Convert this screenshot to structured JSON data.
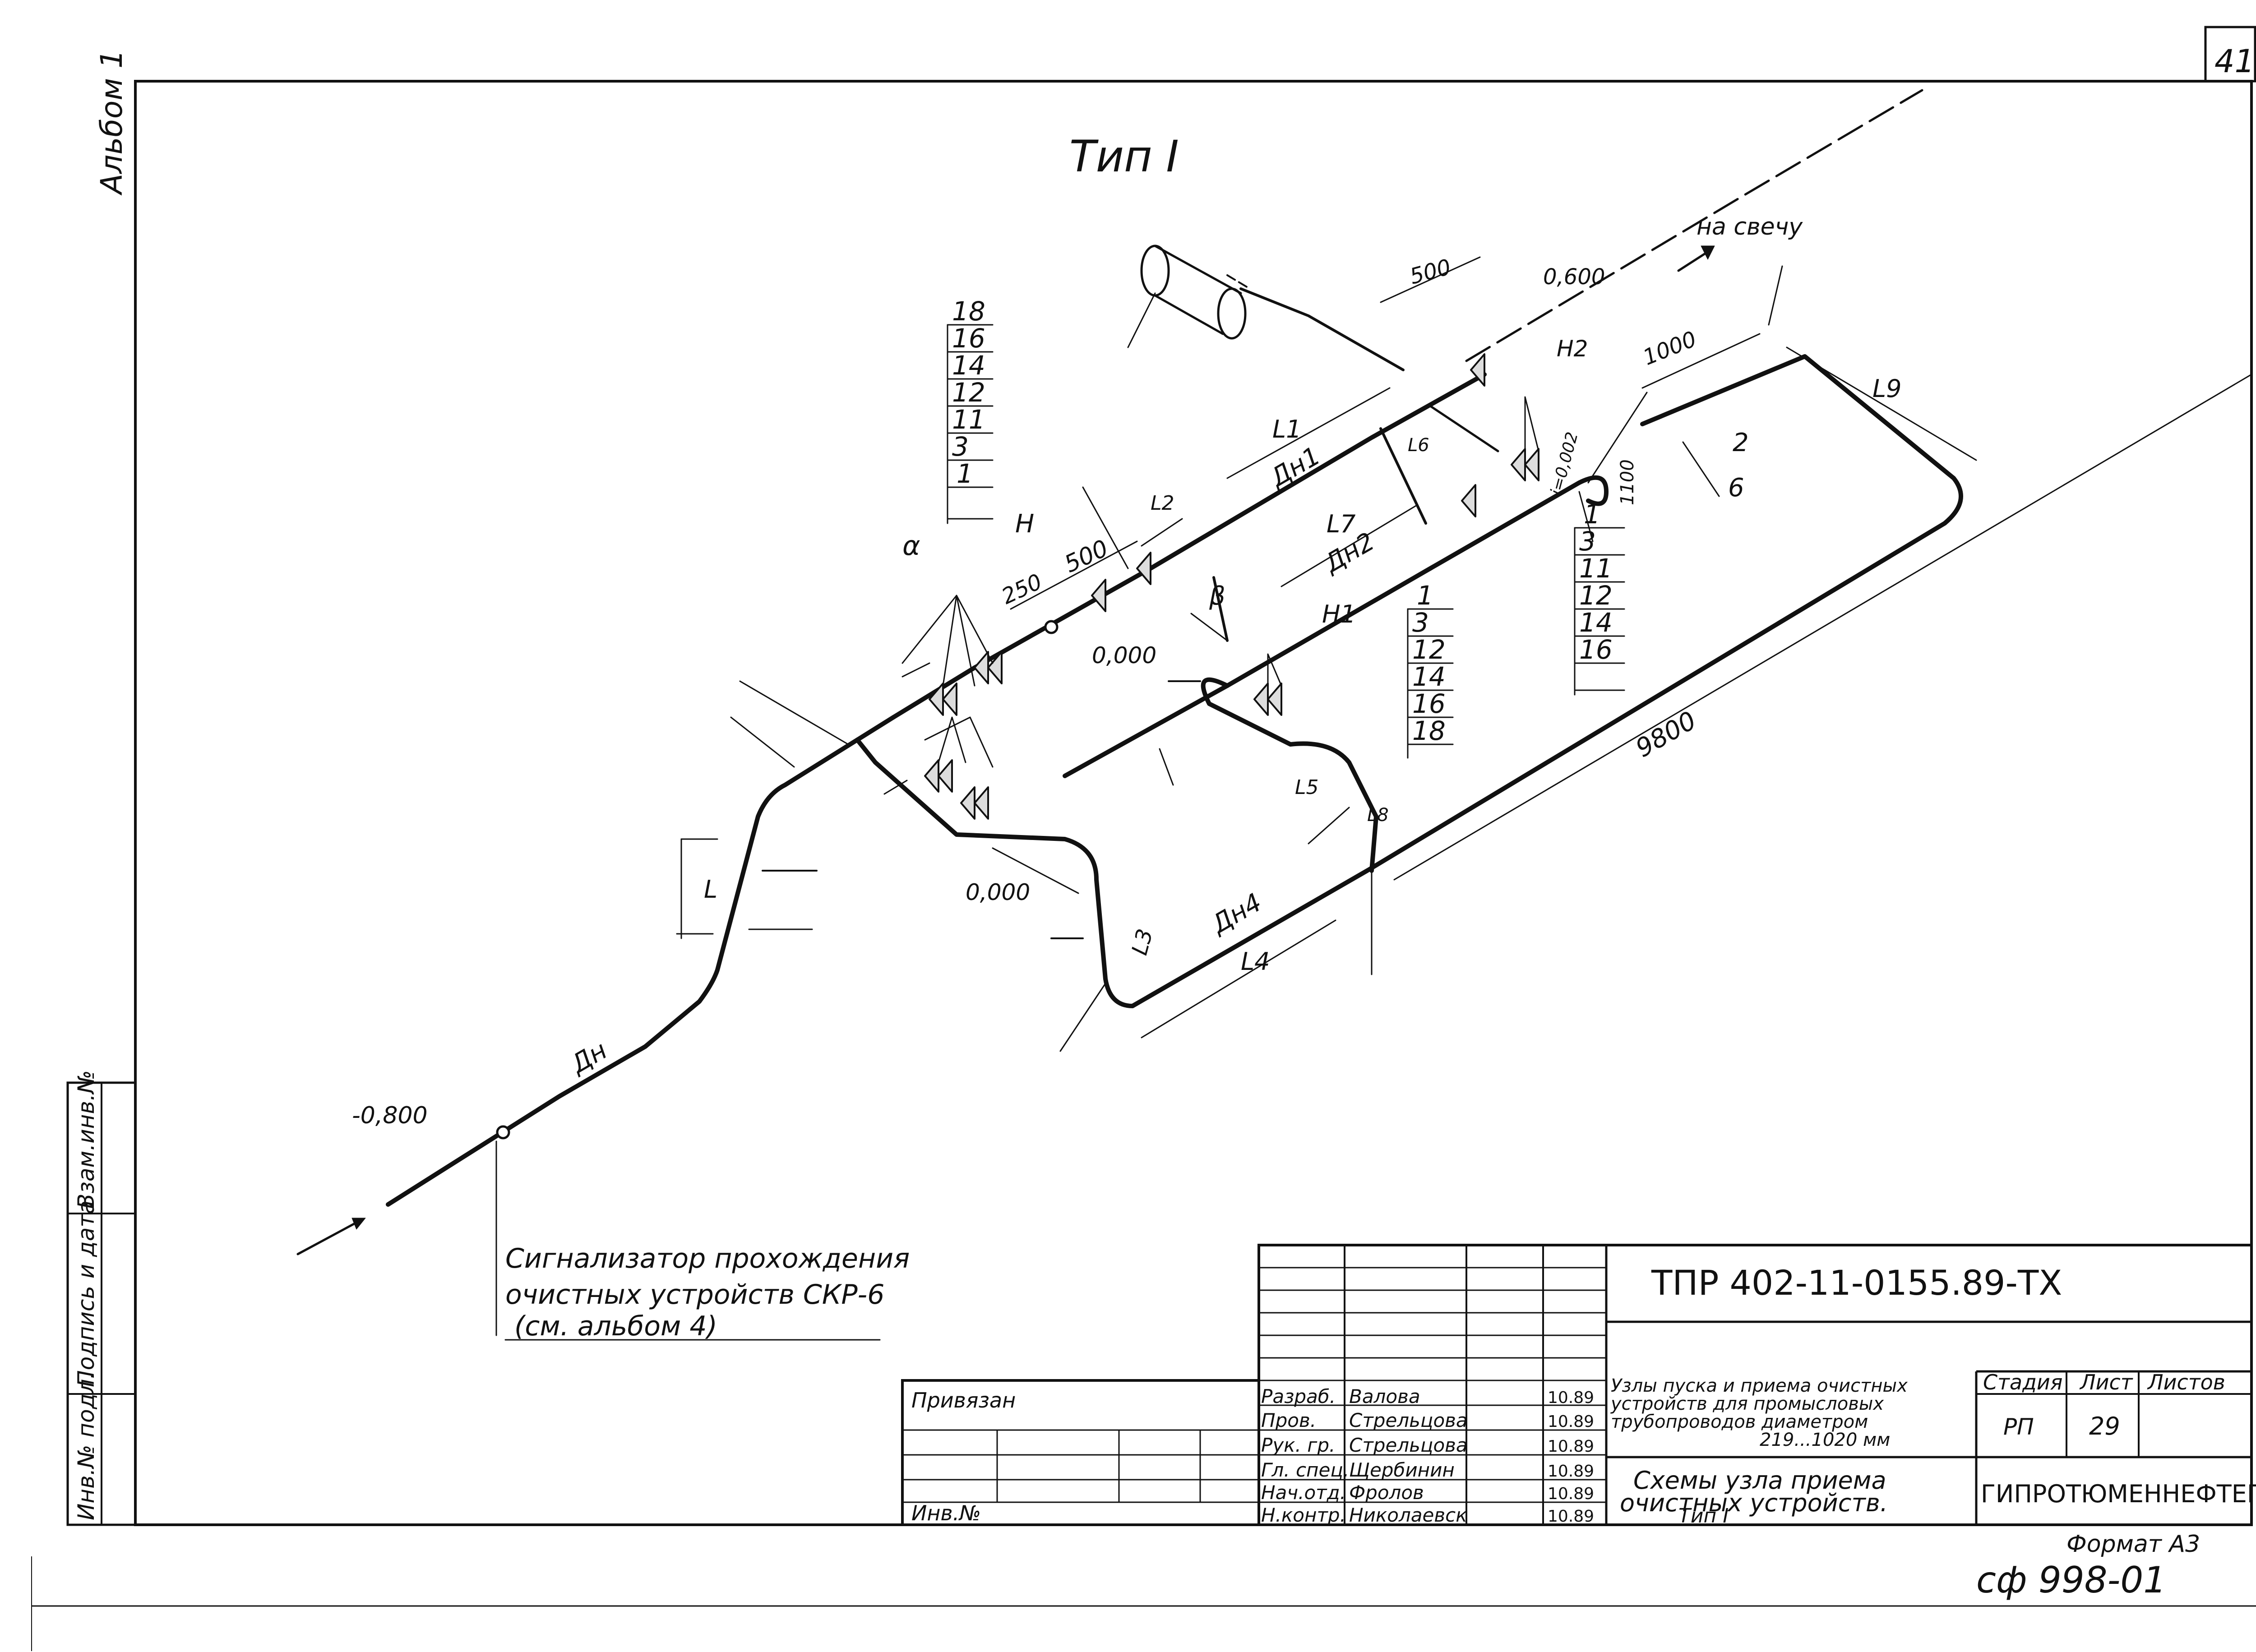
{
  "sheet": {
    "page_number": "41",
    "album_label": "Альбом 1",
    "title": "Тип I",
    "format": "Формат А3",
    "stamp_code": "сф 998-01"
  },
  "side_table": {
    "col1": "Инв.№ подл.",
    "col2": "Подпись и дата",
    "col3": "Взам.инв.№"
  },
  "scheme_labels": {
    "to_candle": "на свечу",
    "elev_minus_800": "-0,800",
    "elev_zero_a": "0,000",
    "elev_zero_b": "0,000",
    "elev_600": "0,600",
    "dn": "Дн",
    "dn1": "Дн1",
    "dn2": "Дн2",
    "dn4": "Дн4",
    "l": "L",
    "l1": "L1",
    "l2": "L2",
    "l3": "L3",
    "l4": "L4",
    "l5": "L5",
    "l6": "L6",
    "l7": "L7",
    "l8": "L8",
    "l9": "L9",
    "h": "H",
    "h1": "H1",
    "h2": "H2",
    "alpha": "α",
    "beta": "β",
    "d500a": "500",
    "d500b": "500",
    "d250": "250",
    "d1000": "1000",
    "d1100": "1100",
    "d9800": "9800",
    "slope": "i=0,002",
    "detector_line1": "Сигнализатор прохождения",
    "detector_line2": "очистных устройств СКР-6",
    "detector_line3": "(см. альбом 4)",
    "pos_2_6": "2",
    "pos_6": "6",
    "numbers_left": [
      "18",
      "16",
      "14",
      "12",
      "11",
      "3",
      "1"
    ],
    "numbers_mid": [
      "1",
      "3",
      "12",
      "14",
      "16",
      "18"
    ],
    "numbers_right": [
      "1",
      "3",
      "11",
      "12",
      "14",
      "16"
    ]
  },
  "title_block": {
    "doc_code": "ТПР 402-11-0155.89-ТХ",
    "privyazan": "Привязан",
    "inv_no": "Инв.№",
    "rows": [
      {
        "role": "Разраб.",
        "name": "Валова",
        "date": "10.89"
      },
      {
        "role": "Пров.",
        "name": "Стрельцова",
        "date": "10.89"
      },
      {
        "role": "Рук. гр.",
        "name": "Стрельцова",
        "date": "10.89"
      },
      {
        "role": "Гл. спец.",
        "name": "Щербинин",
        "date": "10.89"
      },
      {
        "role": "Нач.отд.",
        "name": "Фролов",
        "date": "10.89"
      },
      {
        "role": "Н.контр.",
        "name": "Николаевск",
        "date": "10.89"
      }
    ],
    "project_title_1": "Узлы пуска и приема очистных",
    "project_title_2": "устройств для промысловых",
    "project_title_3": "трубопроводов диаметром",
    "project_title_4": "219...1020 мм",
    "sheet_title_1": "Схемы узла приема",
    "sheet_title_2": "очистных устройств.",
    "sheet_title_3": "Тип I",
    "stage_label": "Стадия",
    "sheet_label": "Лист",
    "sheets_label": "Листов",
    "stage": "РП",
    "sheet": "29",
    "sheets": "",
    "organization": "ГИПРОТЮМЕННЕФТЕГАЗ"
  }
}
